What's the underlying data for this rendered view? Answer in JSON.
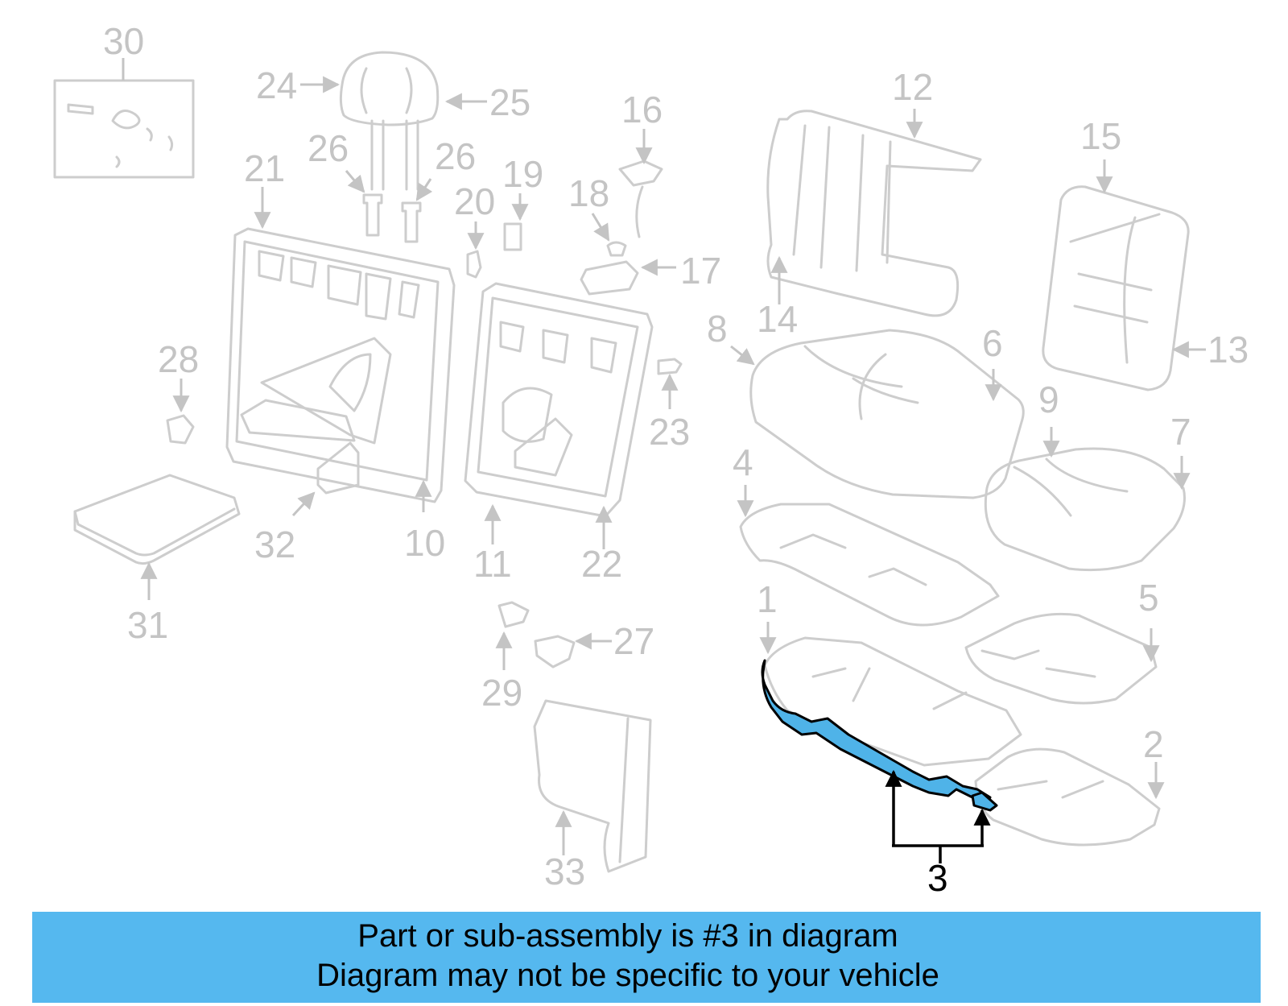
{
  "callouts": [
    {
      "id": "30",
      "text": "30"
    },
    {
      "id": "24",
      "text": "24"
    },
    {
      "id": "25",
      "text": "25"
    },
    {
      "id": "26a",
      "text": "26"
    },
    {
      "id": "26b",
      "text": "26"
    },
    {
      "id": "21",
      "text": "21"
    },
    {
      "id": "20",
      "text": "20"
    },
    {
      "id": "19",
      "text": "19"
    },
    {
      "id": "18",
      "text": "18"
    },
    {
      "id": "16",
      "text": "16"
    },
    {
      "id": "17",
      "text": "17"
    },
    {
      "id": "12",
      "text": "12"
    },
    {
      "id": "15",
      "text": "15"
    },
    {
      "id": "14",
      "text": "14"
    },
    {
      "id": "13",
      "text": "13"
    },
    {
      "id": "8",
      "text": "8"
    },
    {
      "id": "6",
      "text": "6"
    },
    {
      "id": "28",
      "text": "28"
    },
    {
      "id": "23",
      "text": "23"
    },
    {
      "id": "9",
      "text": "9"
    },
    {
      "id": "7",
      "text": "7"
    },
    {
      "id": "4",
      "text": "4"
    },
    {
      "id": "32",
      "text": "32"
    },
    {
      "id": "10",
      "text": "10"
    },
    {
      "id": "11",
      "text": "11"
    },
    {
      "id": "22",
      "text": "22"
    },
    {
      "id": "31",
      "text": "31"
    },
    {
      "id": "1",
      "text": "1"
    },
    {
      "id": "5",
      "text": "5"
    },
    {
      "id": "27",
      "text": "27"
    },
    {
      "id": "29",
      "text": "29"
    },
    {
      "id": "2",
      "text": "2"
    },
    {
      "id": "33",
      "text": "33"
    },
    {
      "id": "3",
      "text": "3"
    }
  ],
  "highlighted_part": "3",
  "colors": {
    "highlight_fill": "#4fb3e8",
    "banner_bg": "#55b8ef",
    "ghost_lines": "#cdcdcd",
    "ghost_labels": "#c4c4c4"
  },
  "banner": {
    "line1": "Part or sub-assembly is #3 in diagram",
    "line2": "Diagram may not be specific to your vehicle"
  }
}
